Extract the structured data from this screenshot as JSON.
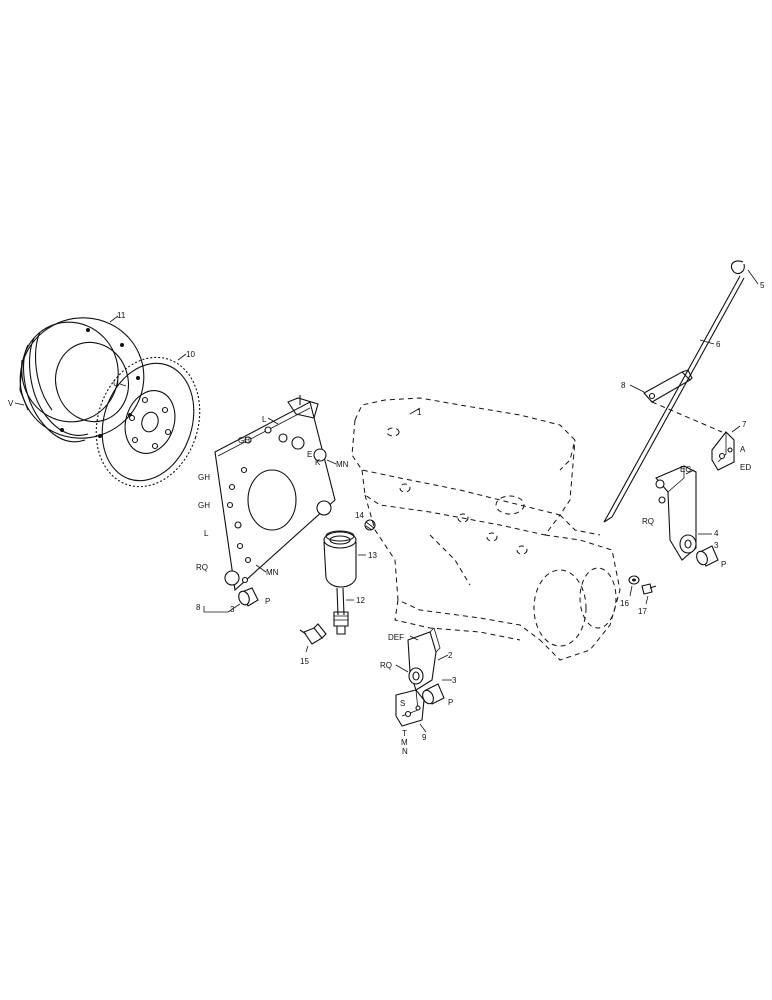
{
  "callouts": {
    "c1": "1",
    "c2": "2",
    "c3a": "3",
    "c3b": "3",
    "c3c": "3",
    "c4": "4",
    "c5": "5",
    "c6": "6",
    "c7": "7",
    "c8a": "8",
    "c8b": "8",
    "c9": "9",
    "c10": "10",
    "c11": "11",
    "c12": "12",
    "c13": "13",
    "c14": "14",
    "c15": "15",
    "c16": "16",
    "c17": "17"
  },
  "letters": {
    "v": "V",
    "u": "U",
    "gh1": "GH",
    "gh2": "GH",
    "gh3": "GH",
    "l1": "L",
    "l2": "L",
    "ek": "E",
    "k": "K",
    "mn1": "MN",
    "mn2": "MN",
    "rq1": "RQ",
    "p1": "P",
    "ec": "EC",
    "a": "A",
    "ed": "ED",
    "rq2": "RQ",
    "p2": "P",
    "def": "DEF",
    "rq3": "RQ",
    "s": "S",
    "p3": "P",
    "t": "T",
    "m": "M",
    "n": "N"
  }
}
